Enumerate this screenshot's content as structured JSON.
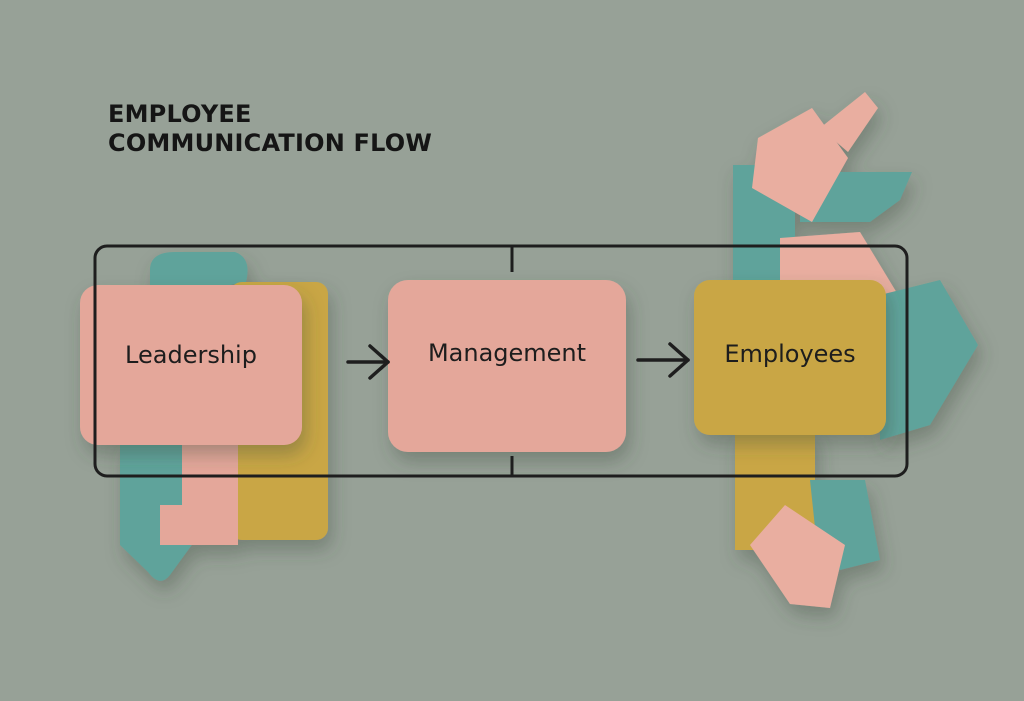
{
  "title": {
    "line1": "EMPLOYEE",
    "line2": "COMMUNICATION FLOW"
  },
  "flow": {
    "nodes": [
      {
        "label": "Leadership",
        "color": "#e4a79a"
      },
      {
        "label": "Management",
        "color": "#e4a79a"
      },
      {
        "label": "Employees",
        "color": "#c9a645"
      }
    ],
    "edges": [
      {
        "from": "Leadership",
        "to": "Management"
      },
      {
        "from": "Management",
        "to": "Employees"
      }
    ]
  },
  "colors": {
    "background": "#97a197",
    "pink": "#e4a79a",
    "mustard": "#c9a645",
    "teal": "#5fa39b",
    "outline": "#1e1e1e"
  }
}
